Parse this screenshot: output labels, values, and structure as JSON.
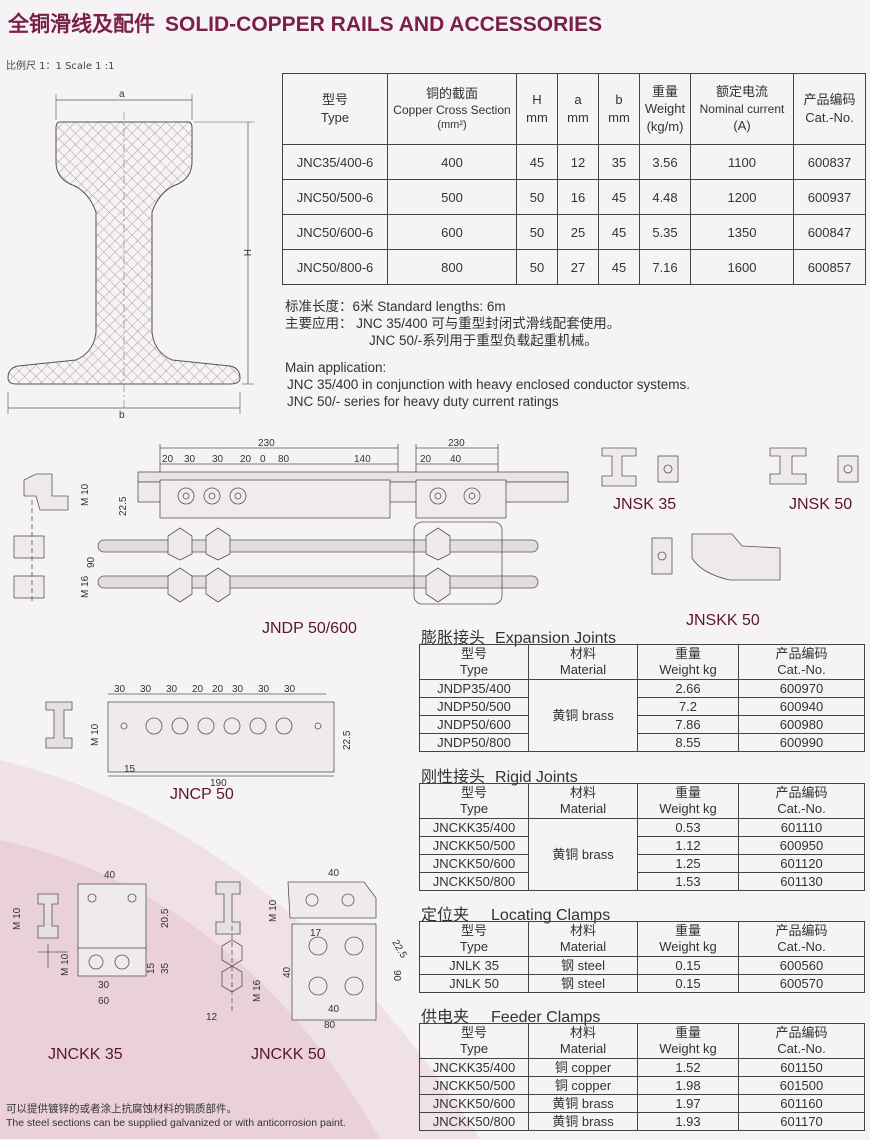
{
  "header": {
    "title_cn": "全铜滑线及配件",
    "title_en": "SOLID-COPPER RAILS AND ACCESSORIES",
    "scale": "比例尺 1：1 Scale 1 :1"
  },
  "rail_drawing": {
    "a": "a",
    "b": "b",
    "H": "H"
  },
  "main_table": {
    "headers": [
      {
        "cn": "型号",
        "en": "Type",
        "extra": ""
      },
      {
        "cn": "铜的截面",
        "en": "Copper Cross Section",
        "extra": "(mm²)"
      },
      {
        "cn": "H",
        "en": "mm",
        "extra": ""
      },
      {
        "cn": "a",
        "en": "mm",
        "extra": ""
      },
      {
        "cn": "b",
        "en": "mm",
        "extra": ""
      },
      {
        "cn": "重量",
        "en": "Weight",
        "extra": "(kg/m)"
      },
      {
        "cn": "额定电流",
        "en": "Nominal current",
        "extra": "(A)"
      },
      {
        "cn": "产品编码",
        "en": "Cat.-No.",
        "extra": ""
      }
    ],
    "rows": [
      [
        "JNC35/400-6",
        "400",
        "45",
        "12",
        "35",
        "3.56",
        "1100",
        "600837"
      ],
      [
        "JNC50/500-6",
        "500",
        "50",
        "16",
        "45",
        "4.48",
        "1200",
        "600937"
      ],
      [
        "JNC50/600-6",
        "600",
        "50",
        "25",
        "45",
        "5.35",
        "1350",
        "600847"
      ],
      [
        "JNC50/800-6",
        "800",
        "50",
        "27",
        "45",
        "7.16",
        "1600",
        "600857"
      ]
    ]
  },
  "notes": {
    "std_length": "标准长度：6米 Standard lengths: 6m",
    "main_use_1": "主要应用：  JNC 35/400 可与重型封闭式滑线配套使用。",
    "main_use_2": "JNC 50/-系列用于重型负载起重机械。",
    "main_app_title": "Main application:",
    "main_app_1": "JNC 35/400 in conjunction with heavy enclosed conductor systems.",
    "main_app_2": "JNC 50/- series for heavy duty current ratings"
  },
  "drawings": {
    "jndp_dims": [
      "230",
      "230",
      "20",
      "30",
      "30",
      "20",
      "0",
      "80",
      "140",
      "20",
      "40",
      "22.5",
      "90",
      "M 10",
      "M 16"
    ],
    "jncp_dims": [
      "30",
      "30",
      "30",
      "20",
      "20",
      "30",
      "30",
      "30",
      "M 10",
      "22.5",
      "15",
      "190"
    ],
    "jnckk35_dims": [
      "40",
      "20.5",
      "15",
      "35",
      "30",
      "60",
      "M 10",
      "M 10"
    ],
    "jnckk50_dims": [
      "40",
      "M 10",
      "22.5",
      "17",
      "90",
      "40",
      "M 16",
      "12",
      "40",
      "80"
    ]
  },
  "product_labels": {
    "jndp": "JNDP 50/600",
    "jnsk35": "JNSK 35",
    "jnsk50": "JNSK 50",
    "jnskk50": "JNSKK 50",
    "jncp50": "JNCP 50",
    "jnckk35": "JNCKK 35",
    "jnckk50": "JNCKK 50"
  },
  "expansion": {
    "title_cn": "膨胀接头",
    "title_en": "Expansion Joints",
    "headers": [
      [
        "型号",
        "Type"
      ],
      [
        "材料",
        "Material"
      ],
      [
        "重量",
        "Weight kg"
      ],
      [
        "产品编码",
        "Cat.-No."
      ]
    ],
    "material": "黄铜  brass",
    "rows": [
      [
        "JNDP35/400",
        "2.66",
        "600970"
      ],
      [
        "JNDP50/500",
        "7.2",
        "600940"
      ],
      [
        "JNDP50/600",
        "7.86",
        "600980"
      ],
      [
        "JNDP50/800",
        "8.55",
        "600990"
      ]
    ]
  },
  "rigid": {
    "title_cn": "刚性接头",
    "title_en": "Rigid Joints",
    "headers": [
      [
        "型号",
        "Type"
      ],
      [
        "材料",
        "Material"
      ],
      [
        "重量",
        "Weight kg"
      ],
      [
        "产品编码",
        "Cat.-No."
      ]
    ],
    "material": "黄铜  brass",
    "rows": [
      [
        "JNCKK35/400",
        "0.53",
        "601110"
      ],
      [
        "JNCKK50/500",
        "1.12",
        "600950"
      ],
      [
        "JNCKK50/600",
        "1.25",
        "601120"
      ],
      [
        "JNCKK50/800",
        "1.53",
        "601130"
      ]
    ]
  },
  "locating": {
    "title_cn": "定位夹",
    "title_en": "Locating Clamps",
    "headers": [
      [
        "型号",
        "Type"
      ],
      [
        "材料",
        "Material"
      ],
      [
        "重量",
        "Weight kg"
      ],
      [
        "产品编码",
        "Cat.-No."
      ]
    ],
    "rows": [
      [
        "JNLK 35",
        "钢  steel",
        "0.15",
        "600560"
      ],
      [
        "JNLK 50",
        "钢  steel",
        "0.15",
        "600570"
      ]
    ]
  },
  "feeder": {
    "title_cn": "供电夹",
    "title_en": "Feeder Clamps",
    "headers": [
      [
        "型号",
        "Type"
      ],
      [
        "材料",
        "Material"
      ],
      [
        "重量",
        "Weight kg"
      ],
      [
        "产品编码",
        "Cat.-No."
      ]
    ],
    "rows": [
      [
        "JNCKK35/400",
        "铜 copper",
        "1.52",
        "601150"
      ],
      [
        "JNCKK50/500",
        "铜 copper",
        "1.98",
        "601500"
      ],
      [
        "JNCKK50/600",
        "黄铜  brass",
        "1.97",
        "601160"
      ],
      [
        "JNCKK50/800",
        "黄铜  brass",
        "1.93",
        "601170"
      ]
    ]
  },
  "footer": {
    "cn": "可以提供镀锌的或者涂上抗腐蚀材料的铜质部件。",
    "en": "The steel sections can be supplied galvanized or with anticorrosion paint."
  }
}
